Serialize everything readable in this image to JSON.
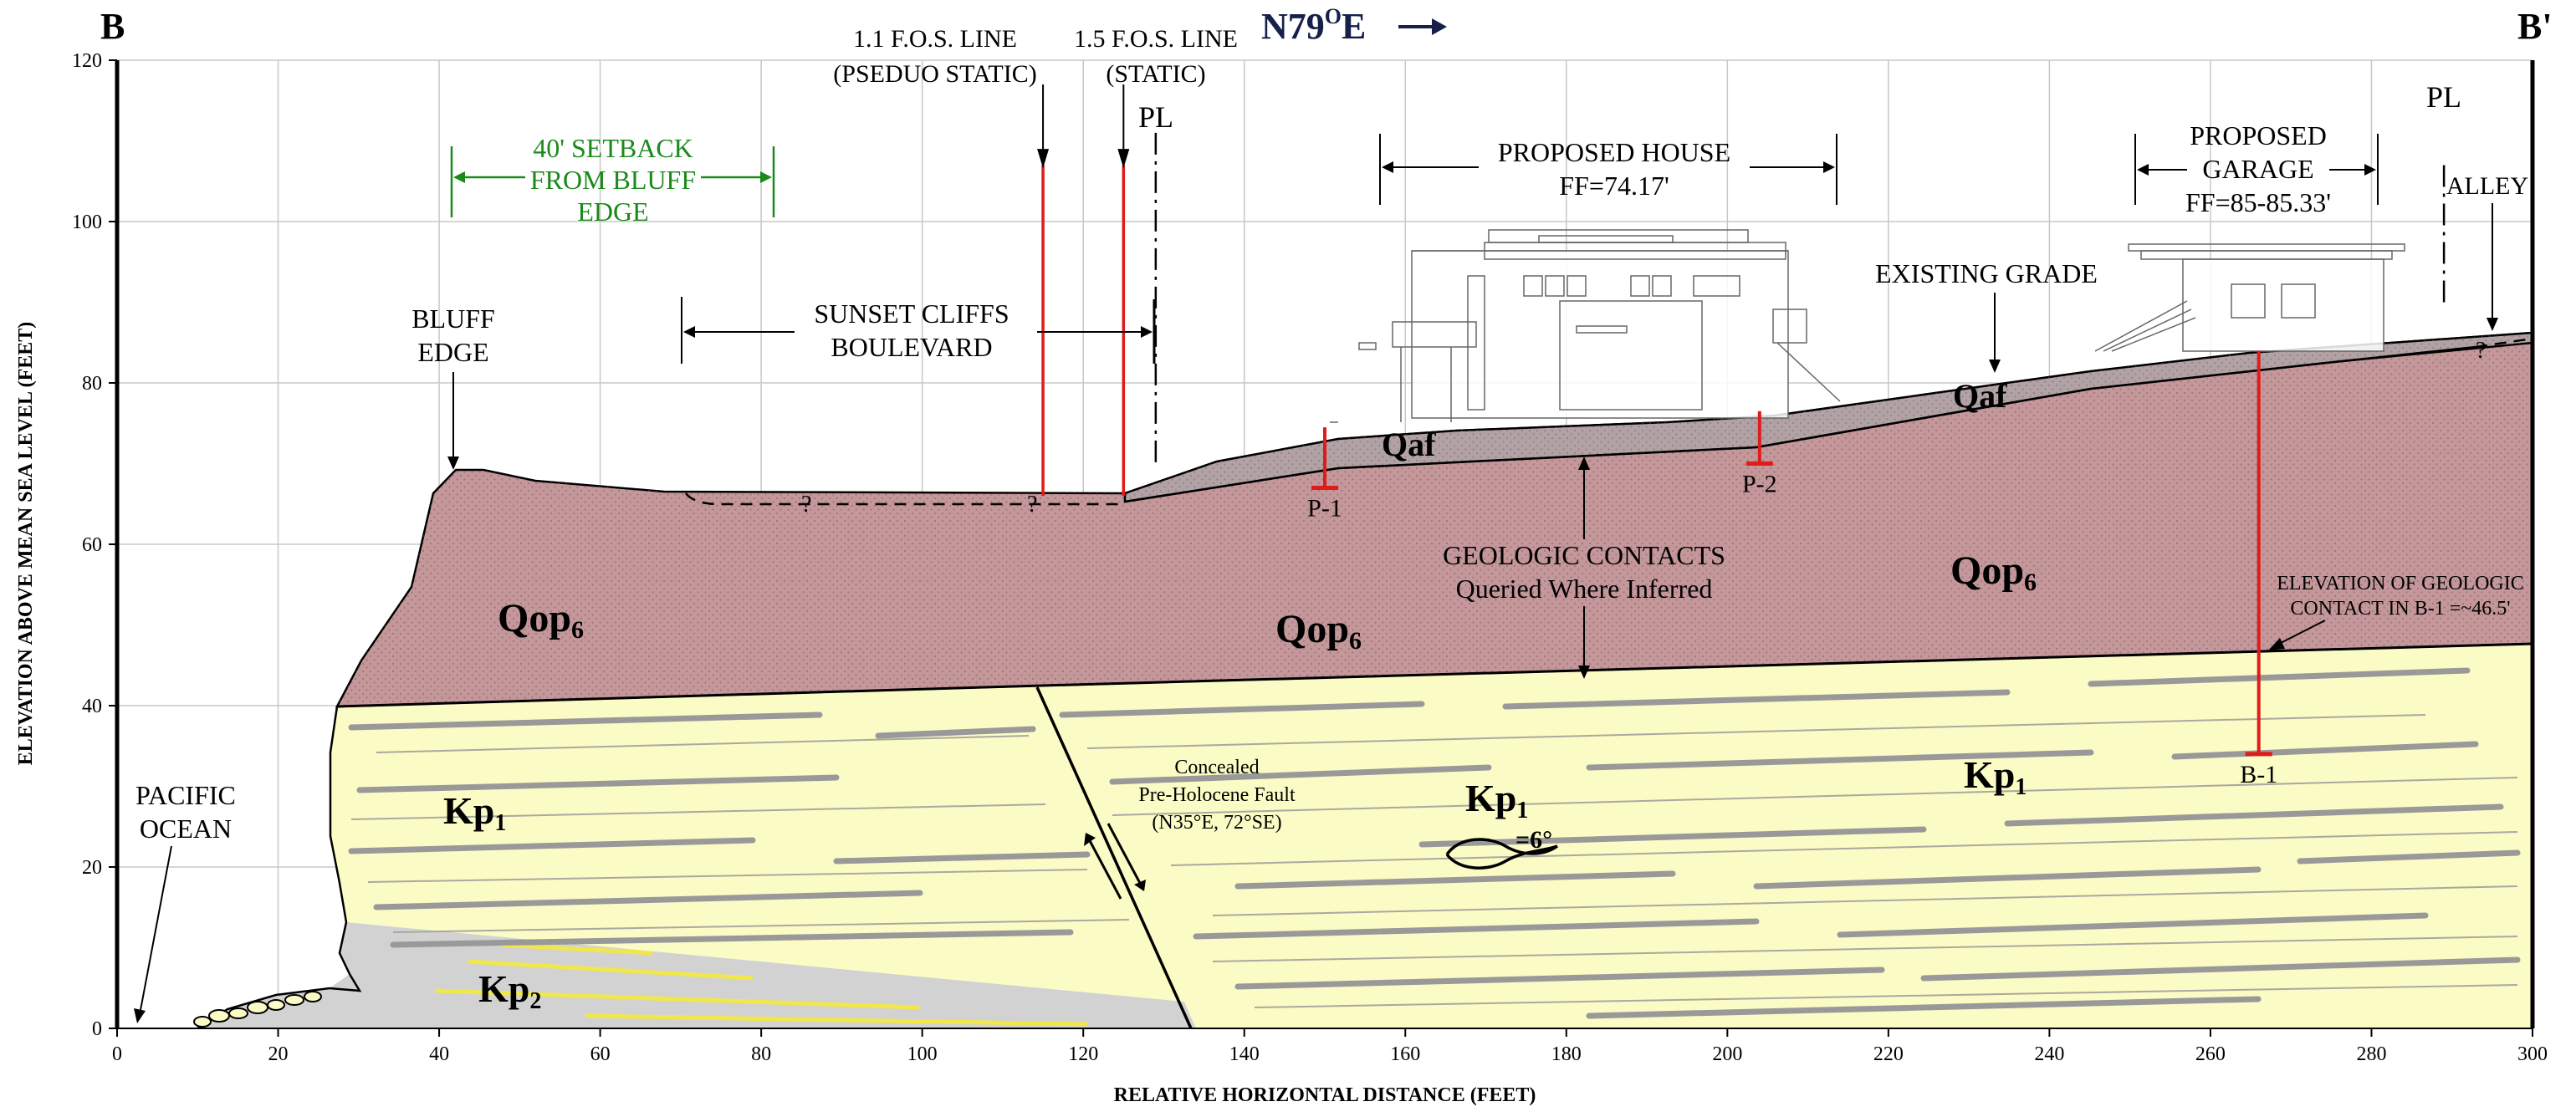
{
  "title": {
    "left": "B",
    "right": "B'",
    "bearing": "N79",
    "bearing_sup": "O",
    "bearing_suffix": "E"
  },
  "axes": {
    "xlabel": "RELATIVE HORIZONTAL DISTANCE (FEET)",
    "ylabel": "ELEVATION ABOVE MEAN SEA LEVEL (FEET)",
    "xticks": [
      "0",
      "20",
      "40",
      "60",
      "80",
      "100",
      "120",
      "140",
      "160",
      "180",
      "200",
      "220",
      "240",
      "260",
      "280",
      "300"
    ],
    "yticks": [
      "0",
      "20",
      "40",
      "60",
      "80",
      "100",
      "120"
    ]
  },
  "labels": {
    "fos11_l1": "1.1 F.O.S. LINE",
    "fos11_l2": "(PSEDUO STATIC)",
    "fos15_l1": "1.5 F.O.S. LINE",
    "fos15_l2": "(STATIC)",
    "pl": "PL",
    "setback_l1": "40' SETBACK",
    "setback_l2": "FROM BLUFF",
    "setback_l3": "EDGE",
    "bluff_l1": "BLUFF",
    "bluff_l2": "EDGE",
    "blvd_l1": "SUNSET CLIFFS",
    "blvd_l2": "BOULEVARD",
    "house_l1": "PROPOSED HOUSE",
    "house_l2": "FF=74.17'",
    "garage_l1": "PROPOSED",
    "garage_l2": "GARAGE",
    "garage_l3": "FF=85-85.33'",
    "alley": "ALLEY",
    "existing_grade": "EXISTING GRADE",
    "contacts_l1": "GEOLOGIC CONTACTS",
    "contacts_l2": "Queried Where Inferred",
    "b1_elev_l1": "ELEVATION OF GEOLOGIC",
    "b1_elev_l2": "CONTACT IN B-1 =~46.5'",
    "ocean_l1": "PACIFIC",
    "ocean_l2": "OCEAN",
    "fault_l1": "Concealed",
    "fault_l2": "Pre-Holocene Fault",
    "fault_l3": "(N35°E, 72°SE)",
    "dip": "=6°",
    "query": "?"
  },
  "units": {
    "qaf": "Qaf",
    "qop": "Qop",
    "qop_sub": "6",
    "kp": "Kp",
    "kp1_sub": "1",
    "kp2_sub": "2"
  },
  "borings": [
    {
      "id": "P-1",
      "x": 150,
      "top": 74.5,
      "bottom": 67
    },
    {
      "id": "P-2",
      "x": 204,
      "top": 76.5,
      "bottom": 70
    },
    {
      "id": "B-1",
      "x": 266,
      "top": 84,
      "bottom": 34
    }
  ],
  "fos_lines": [
    {
      "name": "1.1 F.O.S. LINE",
      "x": 115
    },
    {
      "name": "1.5 F.O.S. LINE",
      "x": 125
    }
  ],
  "property_lines": [
    129,
    289
  ],
  "colors": {
    "qop": "#c4979a",
    "qaf": "#b1a3a5",
    "kp1": "#fbfbc5",
    "kp2": "#d2d2d2",
    "red": "#e01b1b",
    "green": "#1a8a1a",
    "navy": "#16204a",
    "grid": "#c8c8c8"
  },
  "icons": {
    "bearing_arrow": "right-arrow-icon",
    "dip_symbol": "dip-symbol-icon",
    "fault_arrows": "fault-motion-arrows-icon"
  }
}
